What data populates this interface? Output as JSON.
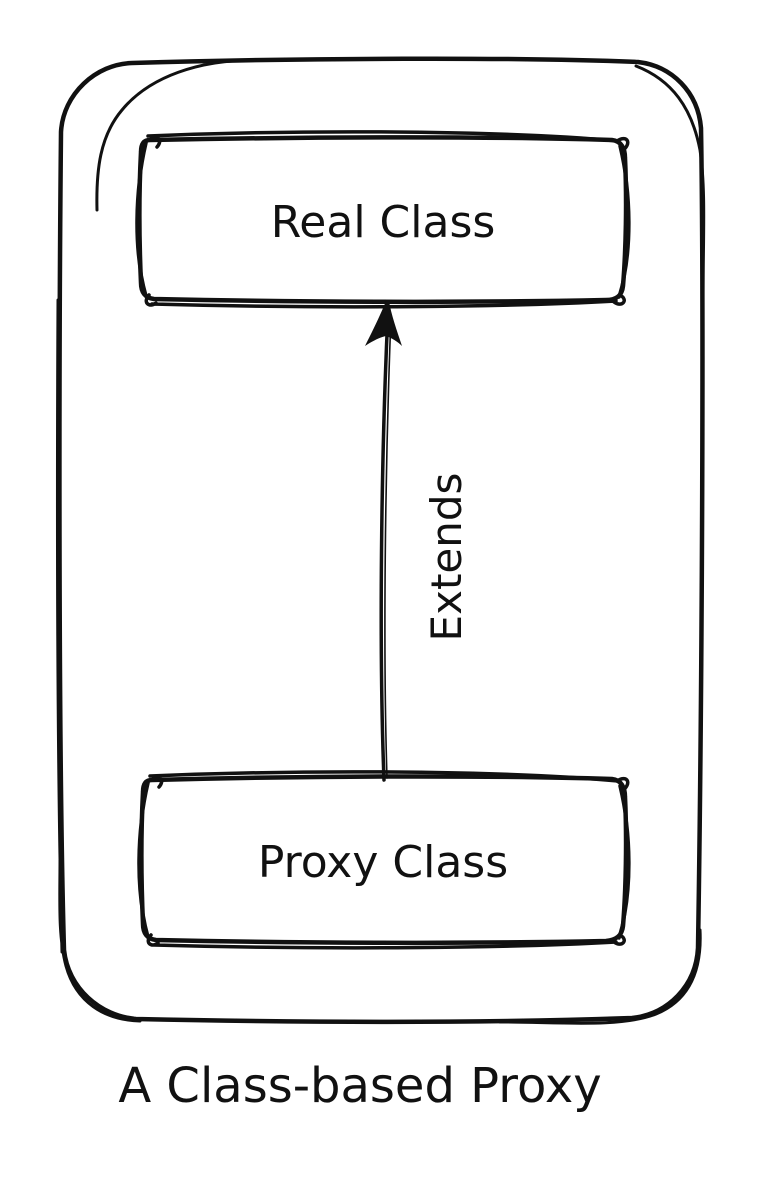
{
  "diagram": {
    "caption": "A Class-based Proxy",
    "nodes": {
      "real_class": {
        "label": "Real Class"
      },
      "proxy_class": {
        "label": "Proxy Class"
      }
    },
    "edge": {
      "label": "Extends",
      "from": "proxy_class",
      "to": "real_class",
      "arrowhead": "arrow-up"
    },
    "colors": {
      "stroke": "#111111",
      "background": "#ffffff"
    }
  }
}
